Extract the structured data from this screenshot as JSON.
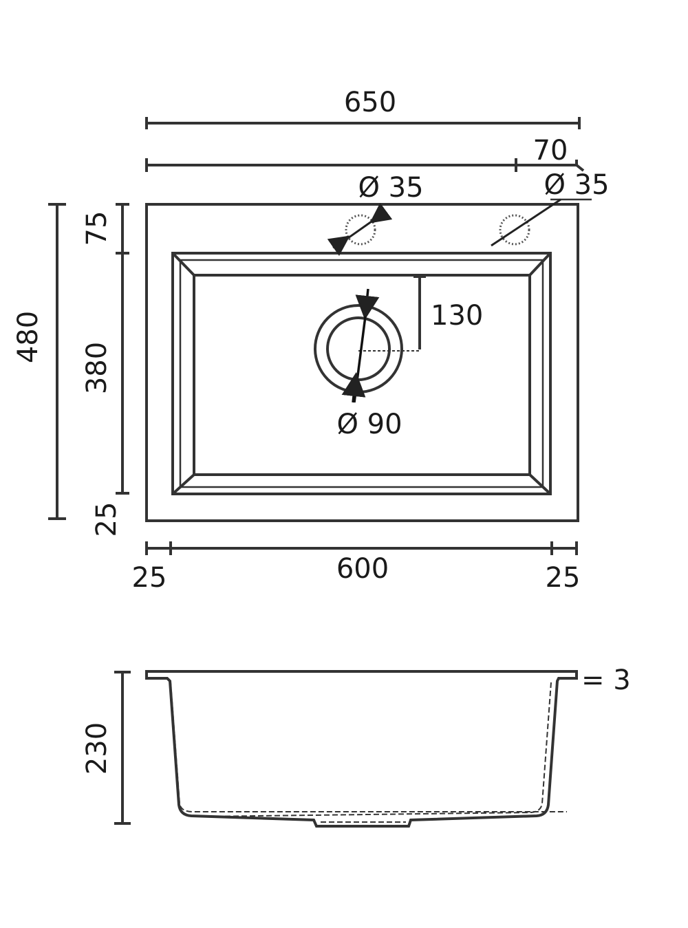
{
  "title": "Sink dimension drawing",
  "colors": {
    "line": "#333333",
    "background": "#ffffff"
  },
  "top_view": {
    "overall_width": "650",
    "tap_offset": "70",
    "tap_hole_left": "Ø 35",
    "tap_hole_right": "Ø 35",
    "overall_depth": "480",
    "rear_margin": "75",
    "bowl_depth": "380",
    "front_margin": "25",
    "drain_offset": "130",
    "drain_diameter": "Ø 90",
    "left_margin": "25",
    "bowl_width": "600",
    "right_margin": "25"
  },
  "side_view": {
    "bowl_height": "230",
    "flange_thickness": "= 3"
  }
}
